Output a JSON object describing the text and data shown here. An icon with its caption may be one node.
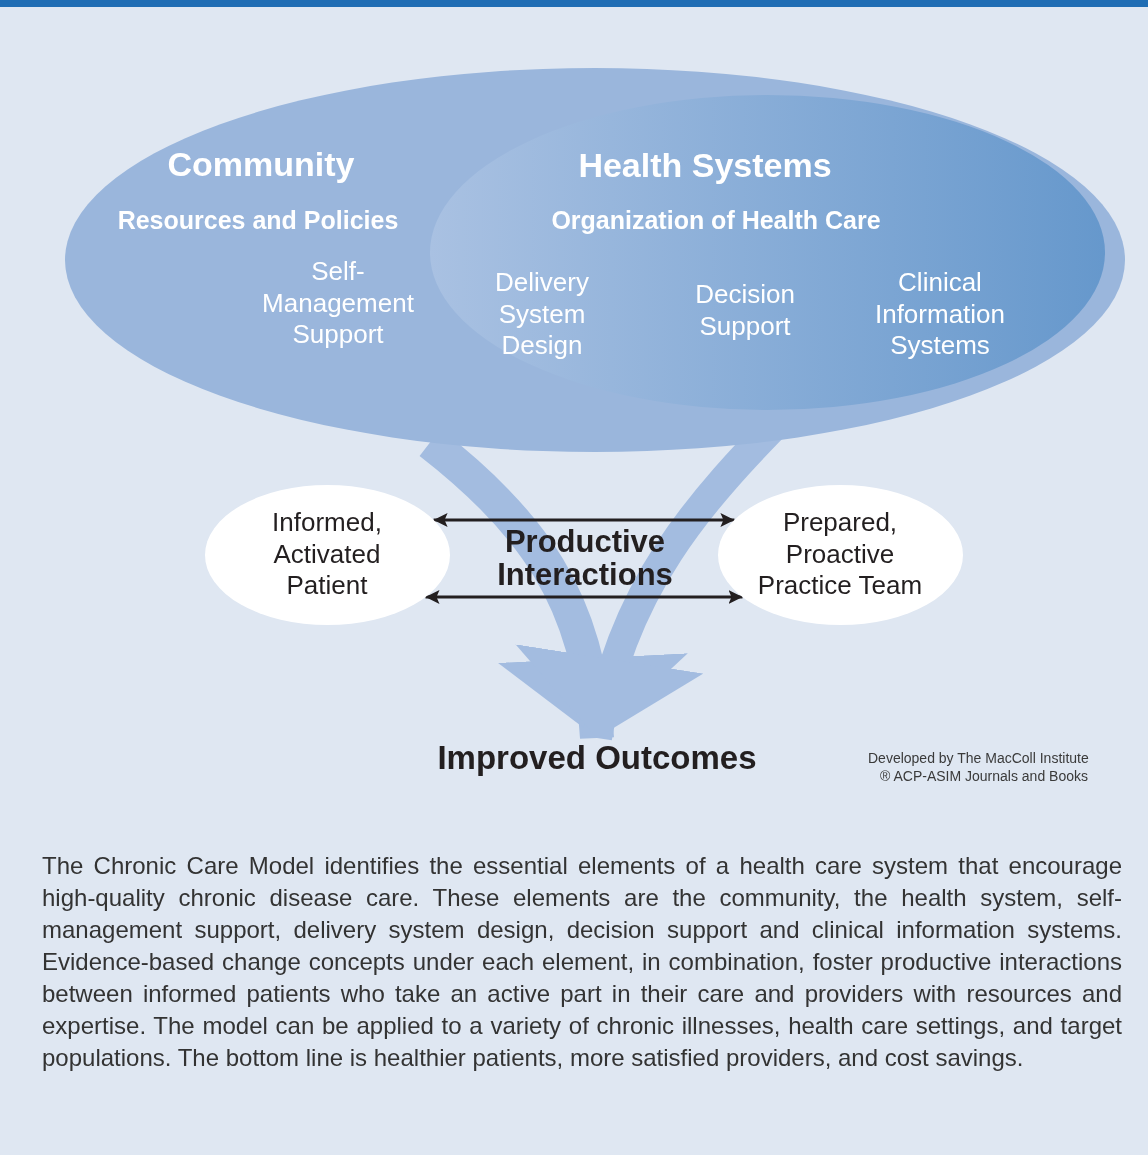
{
  "diagram": {
    "caption": "The Chronic Care Model identifies the essential elements of a health care system that encourage high-quality chronic disease care. These elements are the community, the health system, self-management support, delivery system design, decision support and clinical information systems. Evidence-based change concepts under each element, in combination, foster productive interactions between informed patients who take an active part in their care and providers with resources and expertise. The model can be applied to a variety of chronic illnesses, health care settings, and target populations. The bottom line is healthier patients, more satisfied providers, and cost savings.",
    "nodes": [
      {
        "text": [
          "Community",
          "Resources and Policies",
          "Self-Management Support"
        ]
      },
      {
        "text": [
          "Health Systems",
          "Organization of Health Care",
          "Delivery System Design",
          "Decision Support",
          "Clinical Information Systems"
        ],
        "in": 0
      },
      {
        "text": [
          "Informed, Activated Patient"
        ]
      },
      {
        "text": [
          "Prepared, Proactive Practice Team"
        ]
      },
      {
        "text": [
          "Improved Outcomes"
        ]
      }
    ],
    "edges": [
      {
        "from": 0,
        "to": 4,
        "arrow": "to",
        "style": "thick",
        "color": "#a3bce0"
      },
      {
        "from": 1,
        "to": 4,
        "arrow": "to",
        "style": "thick",
        "color": "#a3bce0"
      },
      {
        "from": 2,
        "to": 3,
        "arrow": "both",
        "label": "Productive Interactions",
        "color": "#231f20"
      },
      {
        "from": 2,
        "to": 3,
        "arrow": "both",
        "color": "#231f20"
      }
    ],
    "labels": [
      "Developed by The MacColl Institute",
      "® ACP-ASIM Journals and Books"
    ]
  }
}
